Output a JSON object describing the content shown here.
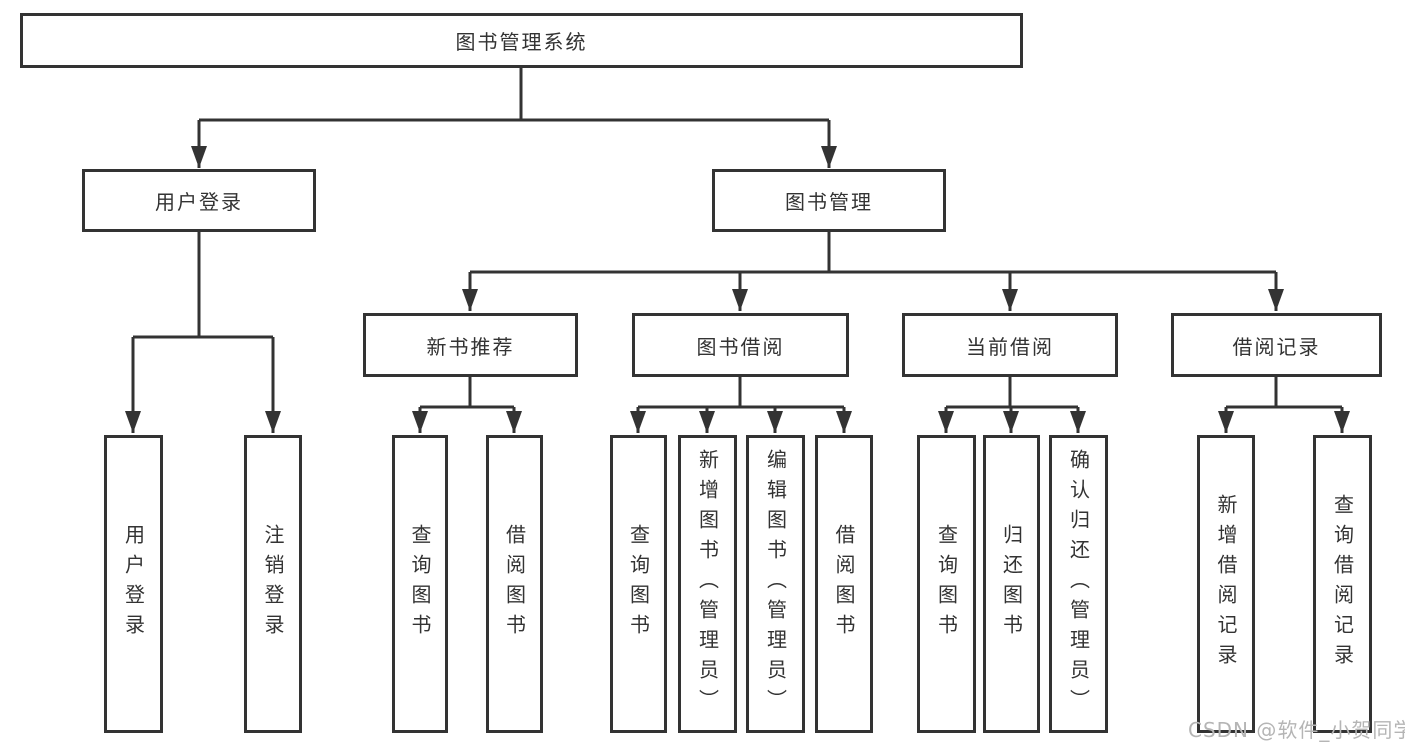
{
  "diagram": {
    "watermark": "CSDN @软件_小贺同学",
    "colors": {
      "border": "#333333",
      "line": "#333333",
      "text": "#333333",
      "watermark": "#b5b5b5",
      "background": "#ffffff"
    },
    "tree": {
      "label": "图书管理系统",
      "children": [
        {
          "label": "用户登录",
          "children": [
            {
              "label": "用户登录"
            },
            {
              "label": "注销登录"
            }
          ]
        },
        {
          "label": "图书管理",
          "children": [
            {
              "label": "新书推荐",
              "children": [
                {
                  "label": "查询图书"
                },
                {
                  "label": "借阅图书"
                }
              ]
            },
            {
              "label": "图书借阅",
              "children": [
                {
                  "label": "查询图书"
                },
                {
                  "label": "新增图书（管理员）"
                },
                {
                  "label": "编辑图书（管理员）"
                },
                {
                  "label": "借阅图书"
                }
              ]
            },
            {
              "label": "当前借阅",
              "children": [
                {
                  "label": "查询图书"
                },
                {
                  "label": "归还图书"
                },
                {
                  "label": "确认归还（管理员）"
                }
              ]
            },
            {
              "label": "借阅记录",
              "children": [
                {
                  "label": "新增借阅记录"
                },
                {
                  "label": "查询借阅记录"
                }
              ]
            }
          ]
        }
      ]
    }
  }
}
